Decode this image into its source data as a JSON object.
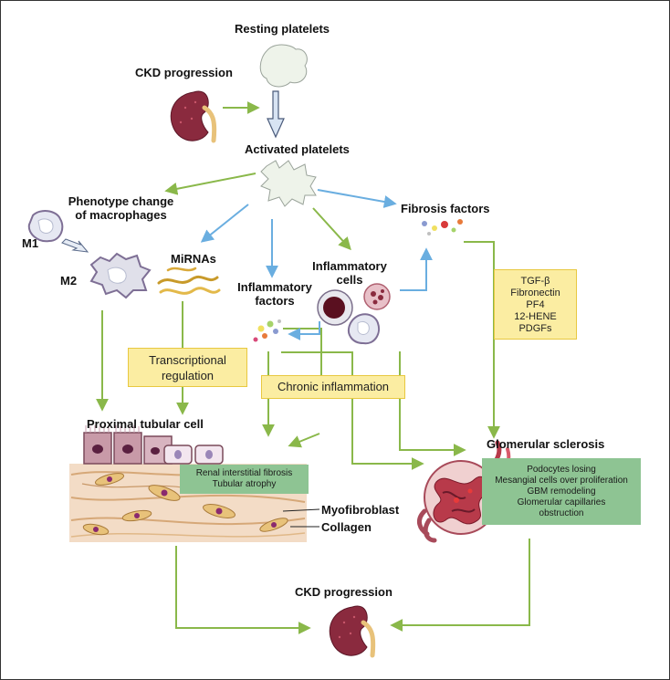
{
  "nodes": {
    "resting_platelets": "Resting platelets",
    "ckd_progression_top": "CKD progression",
    "activated_platelets": "Activated platelets",
    "phenotype_change_line1": "Phenotype change",
    "phenotype_change_line2": "of macrophages",
    "m1": "M1",
    "m2": "M2",
    "mirnas": "MiRNAs",
    "inflammatory_factors_line1": "Inflammatory",
    "inflammatory_factors_line2": "factors",
    "inflammatory_cells_line1": "Inflammatory",
    "inflammatory_cells_line2": "cells",
    "fibrosis_factors": "Fibrosis factors",
    "proximal_tubular_cell": "Proximal tubular cell",
    "myofibroblast": "Myofibroblast",
    "collagen": "Collagen",
    "glomerular_sclerosis": "Glomerular sclerosis",
    "ckd_progression_bottom": "CKD progression"
  },
  "boxes": {
    "fibrosis_factor_list": [
      "TGF-β",
      "Fibronectin",
      "PF4",
      "12-HENE",
      "PDGFs"
    ],
    "transcriptional_regulation": [
      "Transcriptional",
      "regulation"
    ],
    "chronic_inflammation": "Chronic inflammation",
    "renal_outcomes": [
      "Renal interstitial fibrosis",
      "Tubular atrophy"
    ],
    "glomerular_outcomes": [
      "Podocytes losing",
      "Mesangial cells over proliferation",
      "GBM remodeling",
      "Glomerular capillaries",
      "obstruction"
    ]
  },
  "colors": {
    "green_arrow": "#8ab84a",
    "blue_arrow": "#6aaee0",
    "yellow_box": "#fbeda2",
    "green_box": "#8ec493",
    "kidney": "#8a2a3e",
    "tissue": "#f3dcc6"
  }
}
